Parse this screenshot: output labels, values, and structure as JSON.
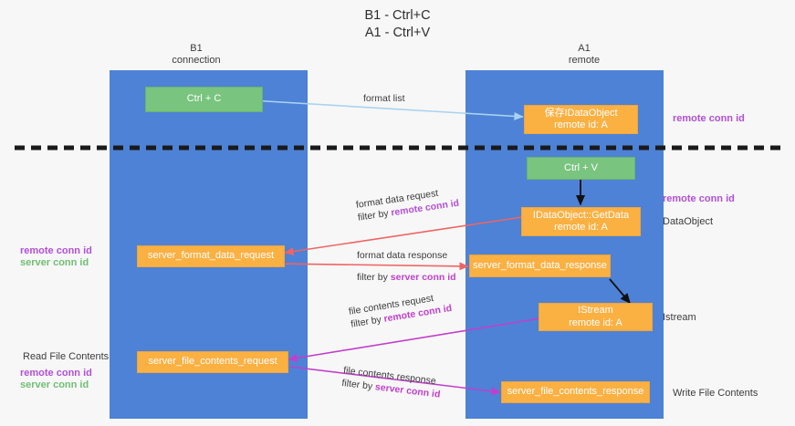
{
  "title": {
    "line1": "B1 - Ctrl+C",
    "line2": "A1 - Ctrl+V"
  },
  "lanes": [
    {
      "id": "b1",
      "name": "B1",
      "sub": "connection"
    },
    {
      "id": "a1",
      "name": "A1",
      "sub": "remote"
    }
  ],
  "nodes": {
    "ctrl_c": {
      "line1": "Ctrl + C",
      "line2": ""
    },
    "save_idata": {
      "line1": "保存IDataObject",
      "line2": "remote id: A"
    },
    "ctrl_v": {
      "line1": "Ctrl + V",
      "line2": ""
    },
    "getdata": {
      "line1": "IDataObject::GetData",
      "line2": "remote id: A"
    },
    "fmt_req": {
      "line1": "server_format_data_request",
      "line2": ""
    },
    "fmt_resp": {
      "line1": "server_format_data_response",
      "line2": ""
    },
    "istream": {
      "line1": "IStream",
      "line2": "remote id: A"
    },
    "file_req": {
      "line1": "server_file_contents_request",
      "line2": ""
    },
    "file_resp": {
      "line1": "server_file_contents_response",
      "line2": ""
    }
  },
  "side_labels": {
    "right_remote_conn_1": "remote conn id",
    "right_remote_conn_2": "remote conn id",
    "right_dataobject": "DataObject",
    "right_istream": "Istream",
    "right_write_file": "Write File Contents",
    "left_remote_conn": "remote conn id",
    "left_server_conn": "server conn id",
    "left_read_file": "Read File Contents",
    "left_remote_conn_2": "remote conn id",
    "left_server_conn_2": "server conn id"
  },
  "edge_labels": {
    "format_list": "format list",
    "fmt_req_l1": "format data request",
    "fmt_req_l2_prefix": "filter by ",
    "fmt_req_l2_key": "remote conn id",
    "fmt_resp_l1": "format data response",
    "fmt_resp_l2_prefix": "filter by ",
    "fmt_resp_l2_key": "server conn id",
    "file_req_l1": "file contents request",
    "file_req_l2_prefix": "filter by ",
    "file_req_l2_key": "remote conn id",
    "file_resp_l1": "file contents response",
    "file_resp_l2_prefix": "filter by ",
    "file_resp_l2_key": "server conn id"
  },
  "colors": {
    "lane": "#4d82d6",
    "green_node": "#79c47e",
    "orange_node": "#fbb042",
    "purple": "#b24fd6",
    "green_text": "#6fbf73",
    "magenta": "#c13fcc",
    "red_arrow": "#ef6464",
    "light_blue_arrow": "#a8d3f0",
    "background": "#f7f7f7",
    "dashed_divider": "#1a1a1a"
  }
}
